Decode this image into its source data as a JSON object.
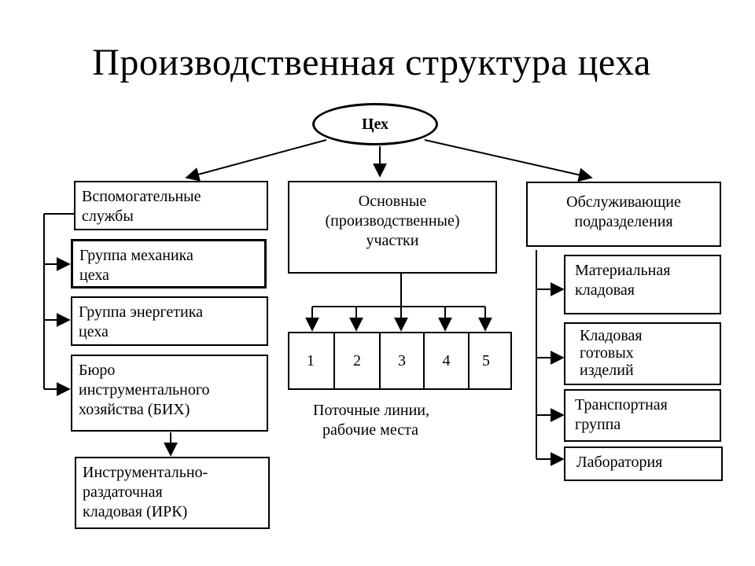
{
  "title": "Производственная структура цеха",
  "root": "Цех",
  "branches": {
    "auxiliary": {
      "label_l1": "Вспомогательные",
      "label_l2": "службы",
      "items": [
        {
          "l1": "Группа механика",
          "l2": "цеха"
        },
        {
          "l1": "Группа энергетика",
          "l2": "цеха"
        },
        {
          "l1": "Бюро",
          "l2": "инструментального",
          "l3": "хозяйства  (БИХ)"
        }
      ],
      "sub_item": {
        "l1": "Инструментально-",
        "l2": "раздаточная",
        "l3": "кладовая (ИРК)"
      }
    },
    "main": {
      "label_l1": "Основные",
      "label_l2": "(производственные)",
      "label_l3": "участки",
      "lines": [
        "1",
        "2",
        "3",
        "4",
        "5"
      ],
      "caption_l1": "Поточные линии,",
      "caption_l2": "рабочие  места"
    },
    "service": {
      "label_l1": "Обслуживающие",
      "label_l2": "подразделения",
      "items": [
        {
          "l1": "Материальная",
          "l2": "кладовая"
        },
        {
          "l1": "Кладовая",
          "l2": "готовых",
          "l3": "изделий"
        },
        {
          "l1": "Транспортная",
          "l2": "группа"
        },
        {
          "l1": "Лаборатория"
        }
      ]
    }
  }
}
